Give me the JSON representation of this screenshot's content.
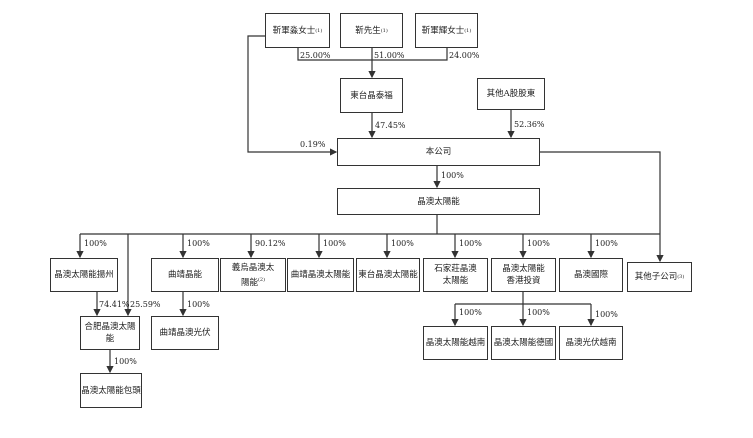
{
  "shareholders": [
    {
      "name": "靳軍淼女士",
      "note": "(1)"
    },
    {
      "name": "靳先生",
      "note": "(1)"
    },
    {
      "name": "靳軍輝女士",
      "note": "(1)"
    }
  ],
  "holding": {
    "name": "東台晶泰福",
    "pcts": [
      "25.00%",
      "51.00%",
      "24.00%"
    ]
  },
  "other_a": {
    "name": "其他A股股東",
    "pct": "52.36%"
  },
  "company": {
    "name": "本公司",
    "pct_from_holding": "47.45%",
    "pct_direct": "0.19%"
  },
  "solar": {
    "name": "晶澳太陽能",
    "pct": "100%"
  },
  "subs": [
    {
      "name": "晶澳太陽能揚州",
      "pct": "100%",
      "note": ""
    },
    {
      "name": "曲靖晶能",
      "pct": "100%",
      "note": ""
    },
    {
      "name": "義烏晶澳太陽能",
      "pct": "90.12%",
      "note": "(2)"
    },
    {
      "name": "曲靖晶澳太陽能",
      "pct": "100%",
      "note": ""
    },
    {
      "name": "東台晶澳太陽能",
      "pct": "100%",
      "note": ""
    },
    {
      "name": "石家莊晶澳太陽能",
      "pct": "100%",
      "note": ""
    },
    {
      "name": "晶澳太陽能香港投資",
      "pct": "100%",
      "note": ""
    },
    {
      "name": "晶澳國際",
      "pct": "100%",
      "note": ""
    },
    {
      "name": "其他子公司",
      "pct": "",
      "note": "(3)"
    }
  ],
  "hefei": {
    "name": "合肥晶澳太陽能",
    "pct_yangzhou": "74.41%",
    "pct_solar": "25.59%"
  },
  "qujing_pv": {
    "name": "曲靖晶澳光伏",
    "pct": "100%"
  },
  "baotou": {
    "name": "晶澳太陽能包頭",
    "pct": "100%"
  },
  "hk_subs": [
    {
      "name": "晶澳太陽能越南",
      "pct": "100%"
    },
    {
      "name": "晶澳太陽能德國",
      "pct": "100%"
    },
    {
      "name": "晶澳光伏越南",
      "pct": "100%"
    }
  ]
}
